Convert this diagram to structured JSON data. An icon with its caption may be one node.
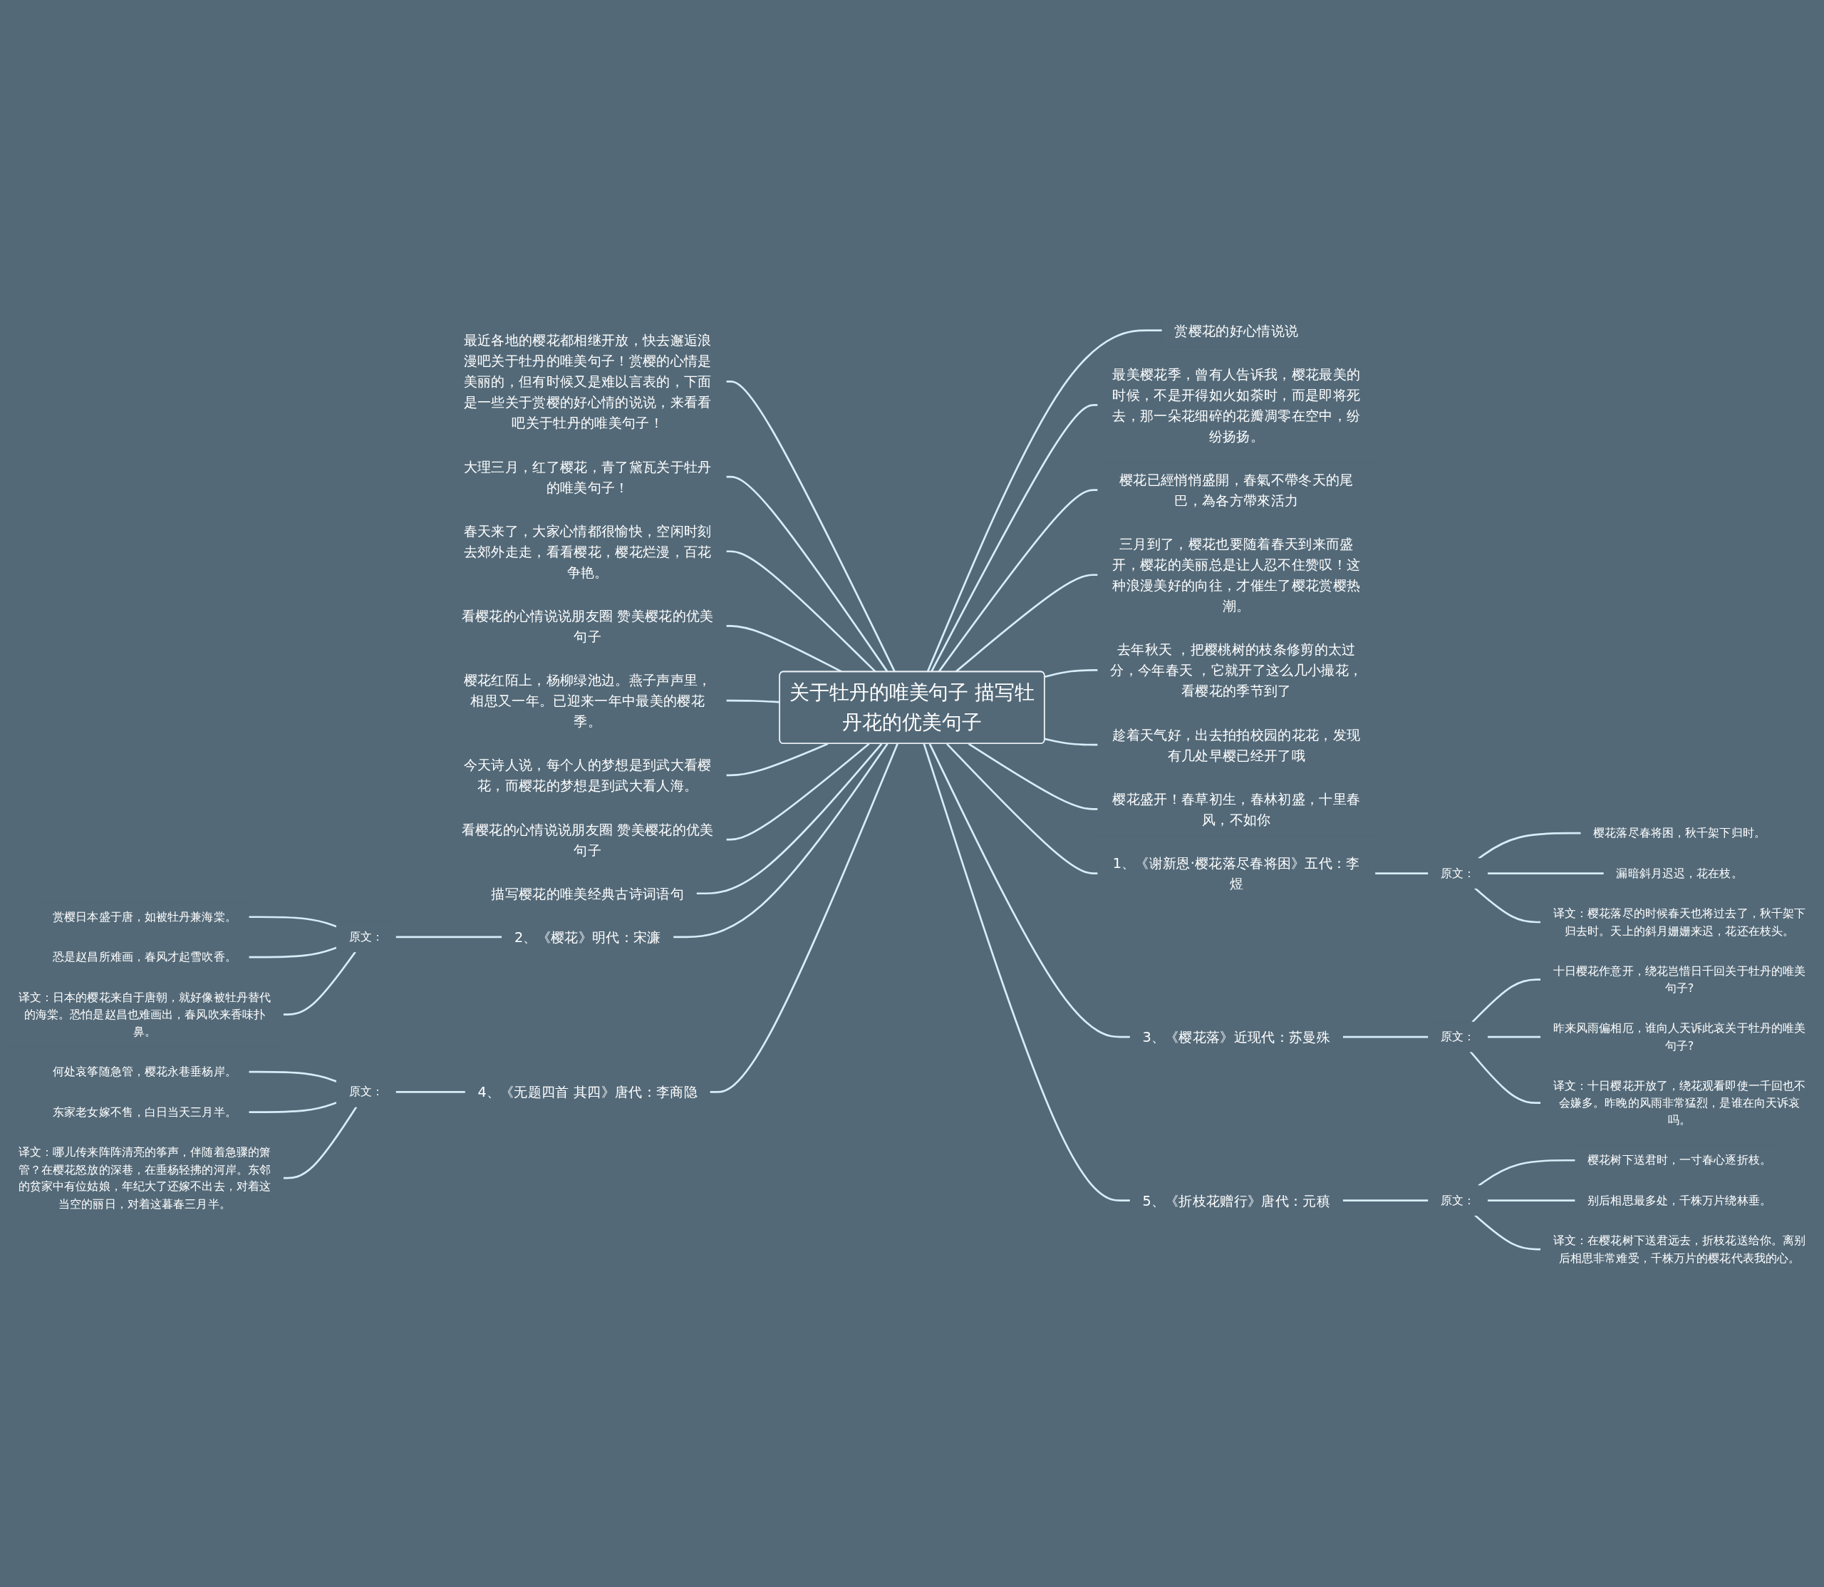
{
  "diagram": {
    "nodes": [
      {
        "text": [
          "关于牡丹的唯美句子 描写牡丹花的优美句子"
        ]
      },
      {
        "text": [
          "赏樱花的好心情说说"
        ]
      },
      {
        "text": [
          "最美樱花季，曾有人告诉我，樱花最美的时候，不是开得如火如荼时，而是即将死去，那一朵花细碎的花瓣凋零在空中，纷纷扬扬。"
        ]
      },
      {
        "text": [
          "樱花已經悄悄盛開，春氣不帶冬天的尾巴，為各方帶來活力"
        ]
      },
      {
        "text": [
          "三月到了，樱花也要随着春天到来而盛开，樱花的美丽总是让人忍不住赞叹！这种浪漫美好的向往，才催生了樱花赏樱热潮。"
        ]
      },
      {
        "text": [
          "去年秋天 ，把樱桃树的枝条修剪的太过分，今年春天 ，它就开了这么几小撮花，看樱花的季节到了"
        ]
      },
      {
        "text": [
          "趁着天气好，出去拍拍校园的花花，发现有几处早樱已经开了哦"
        ]
      },
      {
        "text": [
          "樱花盛开！春草初生，春林初盛，十里春风，不如你"
        ]
      },
      {
        "text": [
          "1、《谢新恩·樱花落尽春将困》五代：李煜"
        ]
      },
      {
        "text": [
          "原文："
        ]
      },
      {
        "text": [
          "樱花落尽春将困，秋千架下归时。"
        ]
      },
      {
        "text": [
          "漏暗斜月迟迟，花在枝。"
        ]
      },
      {
        "text": [
          "译文：樱花落尽的时候春天也将过去了，秋千架下归去时。天上的斜月姗姗来迟，花还在枝头。"
        ]
      },
      {
        "text": [
          "3、《樱花落》近现代：苏曼殊"
        ]
      },
      {
        "text": [
          "原文："
        ]
      },
      {
        "text": [
          "十日樱花作意开，绕花岂惜日千回关于牡丹的唯美句子?"
        ]
      },
      {
        "text": [
          "昨来风雨偏相厄，谁向人天诉此哀关于牡丹的唯美句子?"
        ]
      },
      {
        "text": [
          "译文：十日樱花开放了，绕花观看即使一千回也不会嫌多。昨晚的风雨非常猛烈，是谁在向天诉哀吗。"
        ]
      },
      {
        "text": [
          "5、《折枝花赠行》唐代：元稹"
        ]
      },
      {
        "text": [
          "原文："
        ]
      },
      {
        "text": [
          "樱花树下送君时，一寸春心逐折枝。"
        ]
      },
      {
        "text": [
          "别后相思最多处，千株万片绕林垂。"
        ]
      },
      {
        "text": [
          "译文：在樱花树下送君远去，折枝花送给你。离别后相思非常难受，千株万片的樱花代表我的心。"
        ]
      },
      {
        "text": [
          "最近各地的樱花都相继开放，快去邂逅浪漫吧关于牡丹的唯美句子！赏樱的心情是美丽的，但有时候又是难以言表的，下面是一些关于赏樱的好心情的说说，来看看吧关于牡丹的唯美句子！"
        ]
      },
      {
        "text": [
          "大理三月，红了樱花，青了黛瓦关于牡丹的唯美句子！"
        ]
      },
      {
        "text": [
          "春天来了，大家心情都很愉快，空闲时刻去郊外走走，看看樱花，樱花烂漫，百花争艳。"
        ]
      },
      {
        "text": [
          "看樱花的心情说说朋友圈 赞美樱花的优美句子"
        ]
      },
      {
        "text": [
          "樱花红陌上，杨柳绿池边。燕子声声里，相思又一年。已迎来一年中最美的樱花季。"
        ]
      },
      {
        "text": [
          "今天诗人说，每个人的梦想是到武大看樱花，而樱花的梦想是到武大看人海。"
        ]
      },
      {
        "text": [
          "看樱花的心情说说朋友圈 赞美樱花的优美句子"
        ]
      },
      {
        "text": [
          "描写樱花的唯美经典古诗词语句"
        ]
      },
      {
        "text": [
          "2、《樱花》明代：宋濂"
        ]
      },
      {
        "text": [
          "原文："
        ]
      },
      {
        "text": [
          "赏樱日本盛于唐，如被牡丹兼海棠。"
        ]
      },
      {
        "text": [
          "恐是赵昌所难画，春风才起雪吹香。"
        ]
      },
      {
        "text": [
          "译文：日本的樱花来自于唐朝，就好像被牡丹替代的海棠。恐怕是赵昌也难画出，春风吹来香味扑鼻。"
        ]
      },
      {
        "text": [
          "4、《无题四首 其四》唐代：李商隐"
        ]
      },
      {
        "text": [
          "原文："
        ]
      },
      {
        "text": [
          "何处哀筝随急管，樱花永巷垂杨岸。"
        ]
      },
      {
        "text": [
          "东家老女嫁不售，白日当天三月半。"
        ]
      },
      {
        "text": [
          "译文：哪儿传来阵阵清亮的筝声，伴随着急骤的箫管？在樱花怒放的深巷，在垂杨轻拂的河岸。东邻的贫家中有位姑娘，年纪大了还嫁不出去，对着这当空的丽日，对着这暮春三月半。"
        ]
      }
    ],
    "edges": [
      {
        "from": 0,
        "to": 1,
        "arrow": "none"
      },
      {
        "from": 0,
        "to": 2,
        "arrow": "none"
      },
      {
        "from": 0,
        "to": 3,
        "arrow": "none"
      },
      {
        "from": 0,
        "to": 4,
        "arrow": "none"
      },
      {
        "from": 0,
        "to": 5,
        "arrow": "none"
      },
      {
        "from": 0,
        "to": 6,
        "arrow": "none"
      },
      {
        "from": 0,
        "to": 7,
        "arrow": "none"
      },
      {
        "from": 0,
        "to": 8,
        "arrow": "none"
      },
      {
        "from": 8,
        "to": 9,
        "arrow": "none"
      },
      {
        "from": 9,
        "to": 10,
        "arrow": "none"
      },
      {
        "from": 9,
        "to": 11,
        "arrow": "none"
      },
      {
        "from": 9,
        "to": 12,
        "arrow": "none"
      },
      {
        "from": 0,
        "to": 13,
        "arrow": "none"
      },
      {
        "from": 13,
        "to": 14,
        "arrow": "none"
      },
      {
        "from": 14,
        "to": 15,
        "arrow": "none"
      },
      {
        "from": 14,
        "to": 16,
        "arrow": "none"
      },
      {
        "from": 14,
        "to": 17,
        "arrow": "none"
      },
      {
        "from": 0,
        "to": 18,
        "arrow": "none"
      },
      {
        "from": 18,
        "to": 19,
        "arrow": "none"
      },
      {
        "from": 19,
        "to": 20,
        "arrow": "none"
      },
      {
        "from": 19,
        "to": 21,
        "arrow": "none"
      },
      {
        "from": 19,
        "to": 22,
        "arrow": "none"
      },
      {
        "from": 0,
        "to": 23,
        "arrow": "none"
      },
      {
        "from": 0,
        "to": 24,
        "arrow": "none"
      },
      {
        "from": 0,
        "to": 25,
        "arrow": "none"
      },
      {
        "from": 0,
        "to": 26,
        "arrow": "none"
      },
      {
        "from": 0,
        "to": 27,
        "arrow": "none"
      },
      {
        "from": 0,
        "to": 28,
        "arrow": "none"
      },
      {
        "from": 0,
        "to": 29,
        "arrow": "none"
      },
      {
        "from": 0,
        "to": 30,
        "arrow": "none"
      },
      {
        "from": 0,
        "to": 31,
        "arrow": "none"
      },
      {
        "from": 31,
        "to": 32,
        "arrow": "none"
      },
      {
        "from": 32,
        "to": 33,
        "arrow": "none"
      },
      {
        "from": 32,
        "to": 34,
        "arrow": "none"
      },
      {
        "from": 32,
        "to": 35,
        "arrow": "none"
      },
      {
        "from": 0,
        "to": 36,
        "arrow": "none"
      },
      {
        "from": 36,
        "to": 37,
        "arrow": "none"
      },
      {
        "from": 37,
        "to": 38,
        "arrow": "none"
      },
      {
        "from": 37,
        "to": 39,
        "arrow": "none"
      },
      {
        "from": 37,
        "to": 40,
        "arrow": "none"
      }
    ]
  }
}
